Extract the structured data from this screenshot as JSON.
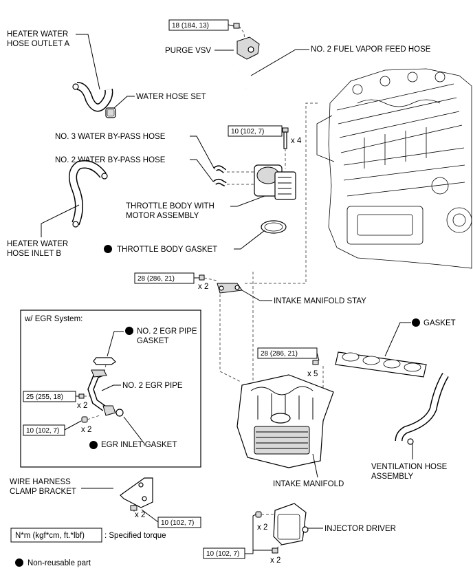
{
  "labels": {
    "heater_outlet_1": "HEATER WATER",
    "heater_outlet_2": "HOSE OUTLET A",
    "purge_vsv": "PURGE VSV",
    "fuel_vapor_hose": "NO. 2 FUEL VAPOR FEED HOSE",
    "water_hose_set": "WATER HOSE SET",
    "no3_bypass": "NO. 3 WATER BY-PASS HOSE",
    "no2_bypass": "NO. 2 WATER BY-PASS HOSE",
    "throttle_body_1": "THROTTLE BODY WITH",
    "throttle_body_2": "MOTOR ASSEMBLY",
    "heater_inlet_1": "HEATER WATER",
    "heater_inlet_2": "HOSE INLET B",
    "throttle_gasket": "THROTTLE BODY GASKET",
    "manifold_stay": "INTAKE MANIFOLD STAY",
    "egr_title": "w/ EGR System:",
    "egr_gasket_1": "NO. 2 EGR PIPE",
    "egr_gasket_2": "GASKET",
    "egr_pipe": "NO. 2 EGR PIPE",
    "egr_inlet_gasket": "EGR INLET GASKET",
    "gasket": "GASKET",
    "vent_hose_1": "VENTILATION HOSE",
    "vent_hose_2": "ASSEMBLY",
    "intake_manifold": "INTAKE MANIFOLD",
    "wire_bracket_1": "WIRE HARNESS",
    "wire_bracket_2": "CLAMP BRACKET",
    "injector_driver": "INJECTOR DRIVER",
    "torque_legend_box": "N*m (kgf*cm, ft.*lbf)",
    "torque_legend_text": ": Specified torque",
    "nonreusable_legend": "Non-reusable part"
  },
  "torques": {
    "t_purge": "18 (184, 13)",
    "t_throttle": "10 (102, 7)",
    "t_stay": "28 (286, 21)",
    "t_manifold": "28 (286, 21)",
    "t_egr_pipe": "25 (255, 18)",
    "t_egr_gasket": "10 (102, 7)",
    "t_bracket": "10 (102, 7)",
    "t_injector": "10 (102, 7)"
  },
  "quantities": {
    "q_throttle": "x 4",
    "q_stay": "x 2",
    "q_manifold": "x 5",
    "q_egr_pipe": "x 2",
    "q_egr_gasket": "x 2",
    "q_bracket": "x 2",
    "q_injector_top": "x 2",
    "q_injector_bottom": "x 2"
  },
  "colors": {
    "line": "#000000",
    "dash": "#555555",
    "marker": "#000000",
    "part_fill": "#d9d9d9"
  },
  "icons": {
    "nonreusable": "filled-circle-icon"
  }
}
